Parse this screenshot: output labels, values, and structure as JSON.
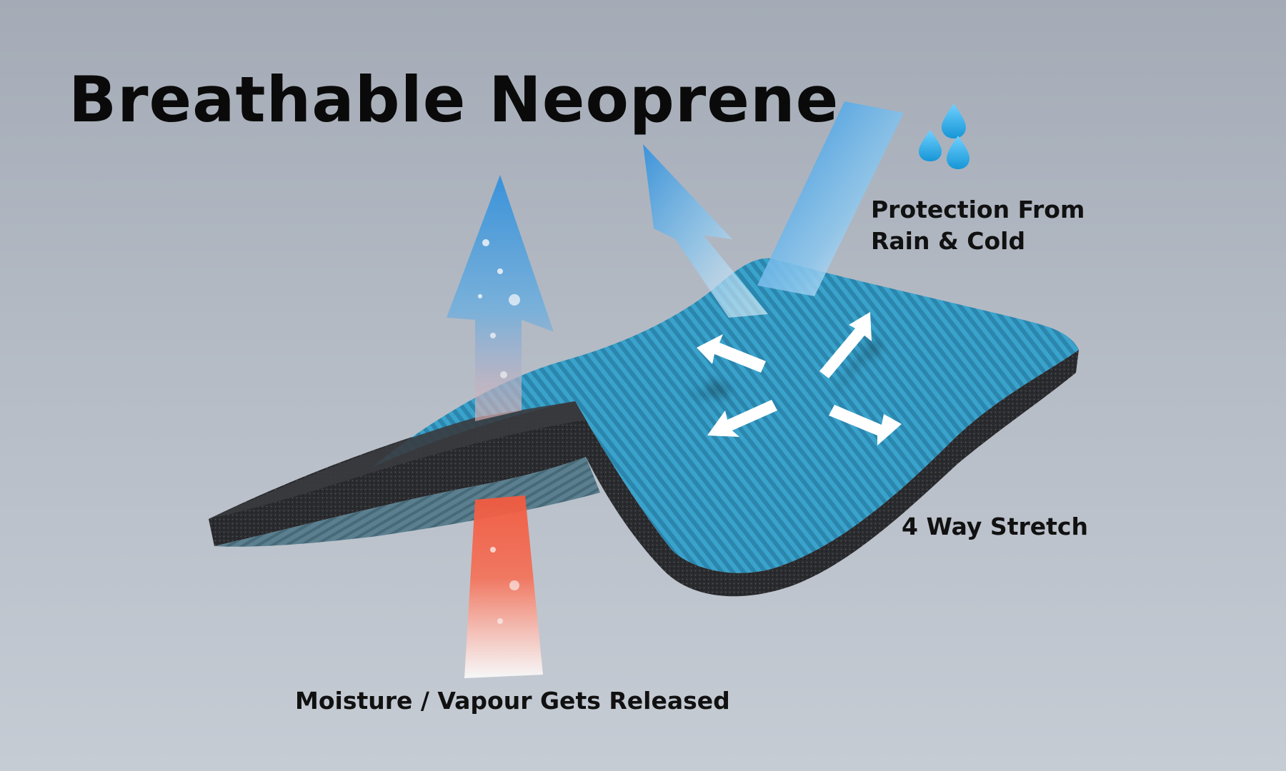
{
  "title": "Breathable Neoprene",
  "labels": {
    "protection_line1": "Protection From",
    "protection_line2": "Rain & Cold",
    "stretch": "4 Way Stretch",
    "moisture": "Moisture / Vapour Gets Released"
  },
  "colors": {
    "background_top": "#a4abb6",
    "background_bottom": "#c6ccd4",
    "fabric_blue": "#3aa0c8",
    "foam_black": "#2c2d30",
    "arrow_blue": "#3b97dc",
    "arrow_heat": "#ef5b3b",
    "rain_drop": "#2aa8e8",
    "stretch_arrow": "#ffffff",
    "title_text": "#0a0a0a"
  },
  "icons": {
    "rain_drops": "rain-drops-icon",
    "vapour_arrow": "vapour-up-arrow",
    "heat_arrow": "heat-up-arrow",
    "rain_arrow": "rain-deflect-arrow",
    "stretch_arrows": "four-way-stretch-arrows"
  }
}
